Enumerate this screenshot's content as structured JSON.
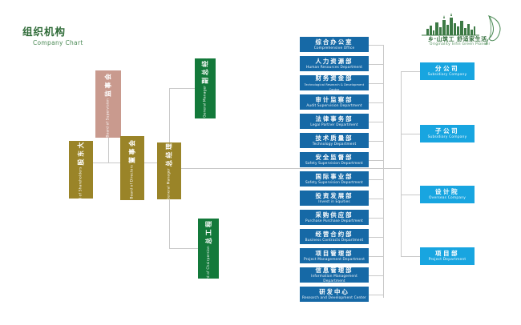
{
  "page": {
    "title_cn": "组织机构",
    "title_en": "Company Chart",
    "background": "#ffffff"
  },
  "logo": {
    "name": "company-logo",
    "text_cn": "乡·山筑工 舒适家生活",
    "text_en": "Originality Infin   Green  Pioneer",
    "color": "#2f6b38"
  },
  "colors": {
    "supervisor_box": "#c99a8e",
    "gold_box": "#9a8428",
    "green_box": "#13793a",
    "dept_box": "#1669a6",
    "sub_box": "#18a5e0",
    "line": "#c9c9c9",
    "title_green": "#2f6b38"
  },
  "governance": {
    "supervisors": {
      "cn": "监事会",
      "en": "Board of Supervision"
    },
    "shareholders": {
      "cn": "股东大会",
      "en": "Board of Shareholders"
    },
    "directors": {
      "cn": "董事会",
      "en": "Board of Directors"
    },
    "general_manager": {
      "cn": "总经理",
      "en": "General Manager"
    }
  },
  "executives": [
    {
      "cn": "副总经理",
      "en": "Vice General Manager"
    },
    {
      "cn": "总工程师",
      "en": "Board of Chairpersion"
    }
  ],
  "departments": [
    {
      "cn": "综合办公室",
      "en": "Comprehensive Office"
    },
    {
      "cn": "人力资源部",
      "en": "Human Resources Department"
    },
    {
      "cn": "财务资金部",
      "en": "Technological Research & Development Center"
    },
    {
      "cn": "审计监察部",
      "en": "Audit Supervision Department"
    },
    {
      "cn": "法律事务部",
      "en": "Legal Partner Department"
    },
    {
      "cn": "技术质量部",
      "en": "Technology Department"
    },
    {
      "cn": "安全监督部",
      "en": "Safety Supervision Department"
    },
    {
      "cn": "国际事业部",
      "en": "Safety Supervision Department"
    },
    {
      "cn": "投资发展部",
      "en": "Invest in Equities"
    },
    {
      "cn": "采购供应部",
      "en": "Purchase Purchase Department"
    },
    {
      "cn": "经营合约部",
      "en": "Business Contracts Department"
    },
    {
      "cn": "项目管理部",
      "en": "Project Management Department"
    },
    {
      "cn": "信息管理部",
      "en": "Information Management Department"
    },
    {
      "cn": "研发中心",
      "en": "Research and Development Center"
    }
  ],
  "subsidiaries": [
    {
      "cn": "分公司",
      "en": "Subsidiary Company"
    },
    {
      "cn": "子公司",
      "en": "Subsidiary Company"
    },
    {
      "cn": "设计院",
      "en": "Overseas Company"
    },
    {
      "cn": "项目部",
      "en": "Project Department"
    }
  ]
}
